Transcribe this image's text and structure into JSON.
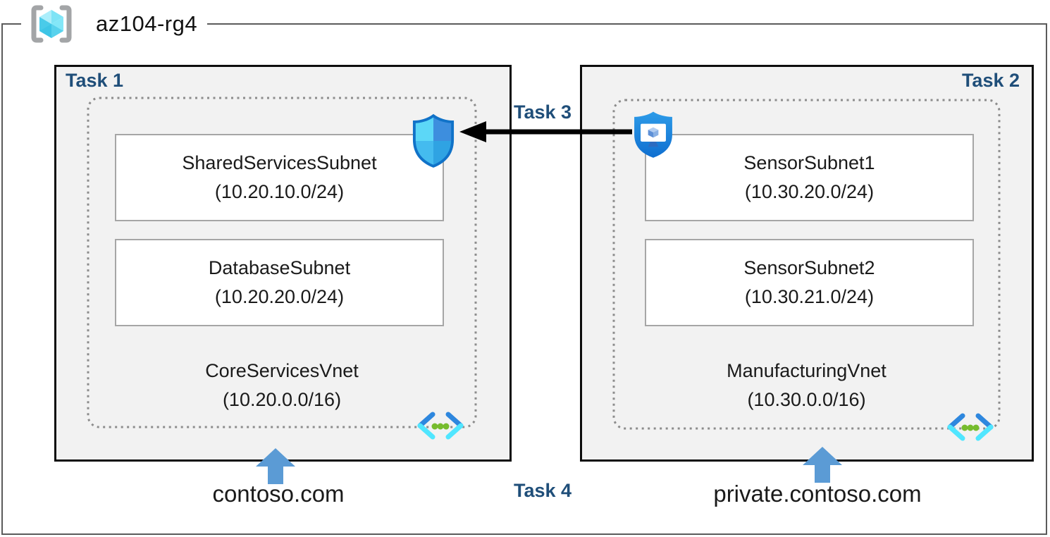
{
  "resource_group": {
    "name": "az104-rg4",
    "icon": "resource-group-icon"
  },
  "labels": {
    "task1": "Task 1",
    "task2": "Task 2",
    "task3": "Task 3",
    "task4": "Task 4"
  },
  "vnets": [
    {
      "task": "Task 1",
      "name": "CoreServicesVnet",
      "address_space": "(10.20.0.0/16)",
      "dns_zone": "contoso.com",
      "subnets": [
        {
          "name": "SharedServicesSubnet",
          "prefix": "(10.20.10.0/24)"
        },
        {
          "name": "DatabaseSubnet",
          "prefix": "(10.20.20.0/24)"
        }
      ]
    },
    {
      "task": "Task 2",
      "name": "ManufacturingVnet",
      "address_space": "(10.30.0.0/16)",
      "dns_zone": "private.contoso.com",
      "subnets": [
        {
          "name": "SensorSubnet1",
          "prefix": "(10.30.20.0/24)"
        },
        {
          "name": "SensorSubnet2",
          "prefix": "(10.30.21.0/24)"
        }
      ]
    }
  ],
  "connection": {
    "label": "Task 3",
    "from": "ManufacturingVnet",
    "to": "CoreServicesVnet",
    "from_icon": "bastion-shield-icon",
    "to_icon": "network-security-group-icon",
    "direction": "right-to-left"
  },
  "icons": {
    "resource_group": "resource-group-brackets-cube",
    "virtual_network": "angle-brackets-with-green-dots",
    "nsg": "quartered-blue-shield",
    "bastion": "blue-shield-with-monitor-cube",
    "dns_pointer": "blue-up-arrow"
  },
  "colors": {
    "task_label": "#1F4E79",
    "box_fill": "#F2F2F2",
    "box_border": "#0D0D0D",
    "outer_border": "#5B5B5B",
    "dashed_border": "#8C8C8C",
    "subnet_border": "#A6A6A6",
    "up_arrow_blue": "#5B9BD5",
    "peering_arrow": "#000000",
    "vnet_bracket_blue": "#2E87DE",
    "vnet_bracket_cyan": "#50E6FF",
    "vnet_dot_green": "#76BC2D",
    "nsg_outline": "#1072C8",
    "bastion_blue": "#1E87DB"
  }
}
